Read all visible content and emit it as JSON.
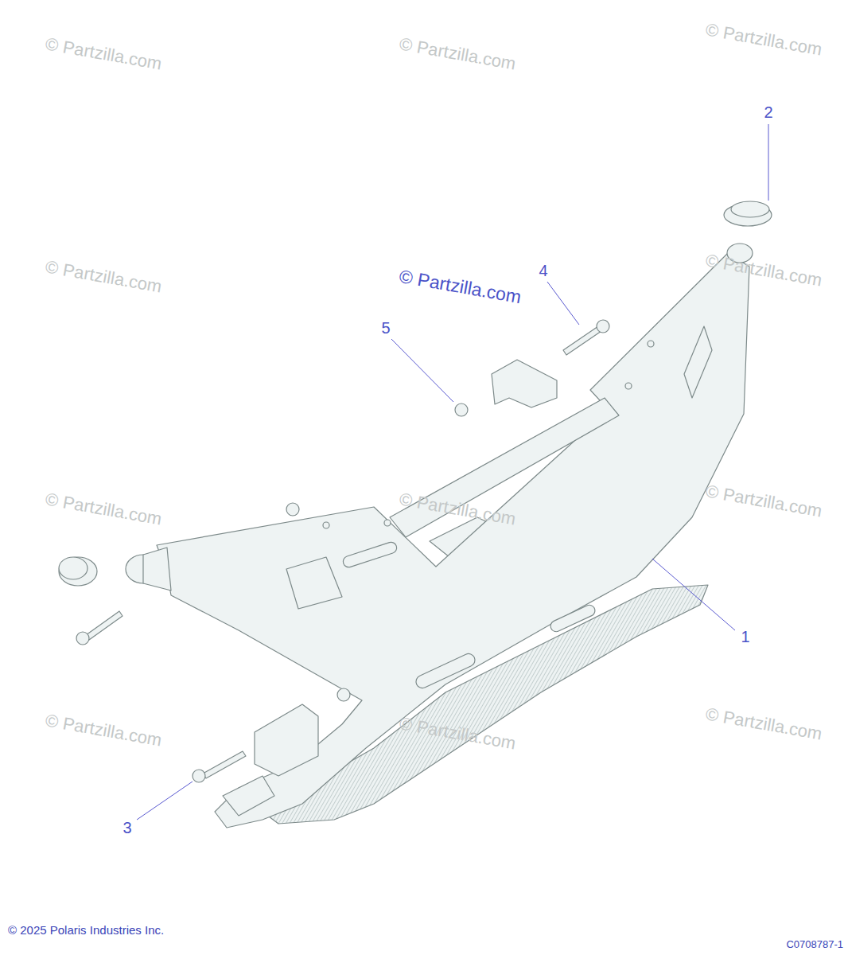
{
  "diagram": {
    "labels": [
      "© Partzilla.com",
      "© Partzilla.com",
      "© Partzilla.com",
      "2",
      "© Partzilla.com",
      "© Partzilla.com",
      "4",
      "© Partzilla.com",
      "5",
      "© Partzilla.com",
      "© Partzilla.com",
      "© Partzilla.com",
      "1",
      "© Partzilla.com",
      "© Partzilla.com",
      "© Partzilla.com",
      "3",
      "© 2025 Polaris Industries Inc.",
      "C0708787-1"
    ]
  }
}
